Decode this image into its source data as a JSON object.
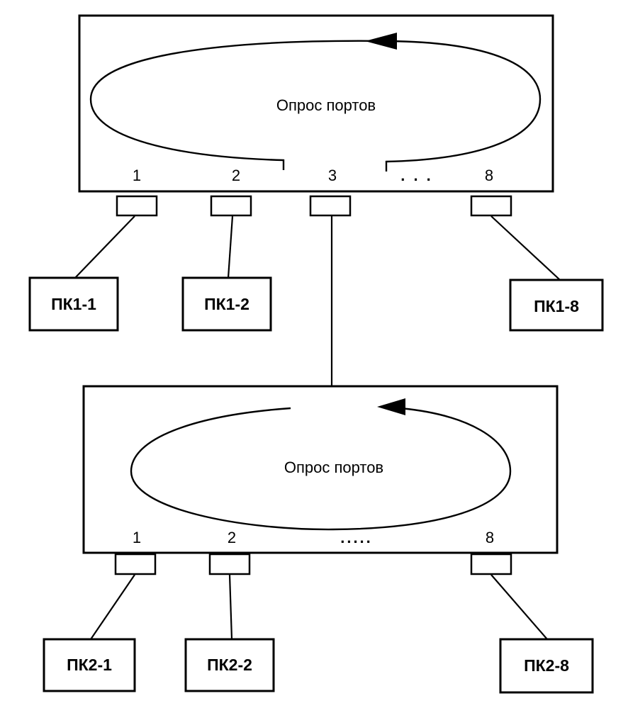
{
  "hub1": {
    "label": "Опрос портов",
    "ports": [
      "1",
      "2",
      "3",
      "8"
    ],
    "ellipsis": ". . ."
  },
  "hub2": {
    "label": "Опрос портов",
    "ports": [
      "1",
      "2",
      "8"
    ],
    "ellipsis": "....."
  },
  "pcs": {
    "pc1_1": "ПК1-1",
    "pc1_2": "ПК1-2",
    "pc1_8": "ПК1-8",
    "pc2_1": "ПК2-1",
    "pc2_2": "ПК2-2",
    "pc2_8": "ПК2-8"
  }
}
